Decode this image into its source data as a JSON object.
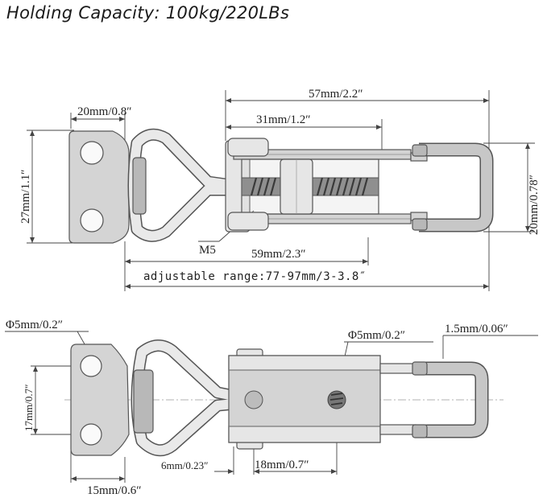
{
  "headline": "Holding Capacity: 100kg/220LBs",
  "top_view": {
    "overall_length": "57mm/2.2″",
    "hook_length": "31mm/1.2″",
    "plate_width": "20mm/0.8″",
    "plate_height": "27mm/1.1″",
    "hook_height": "20mm/0.78″",
    "screw": "M5",
    "lever_length": "59mm/2.3″",
    "adjustable_range": "adjustable range:77-97mm/3-3.8″"
  },
  "side_view": {
    "hole_diameter_left": "Φ5mm/0.2″",
    "hole_diameter_right": "Φ5mm/0.2″",
    "wire_thickness": "1.5mm/0.06″",
    "hole_spacing": "17mm/0.7″",
    "offset_small": "6mm/0.23″",
    "offset_medium": "18mm/0.7″",
    "plate_offset": "15mm/0.6″"
  }
}
